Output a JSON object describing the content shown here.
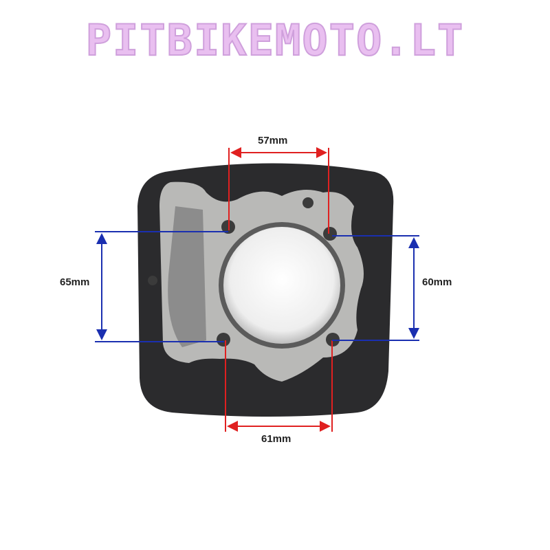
{
  "watermark": "PITBIKEMOTO.LT",
  "dimensions": {
    "top_bolt_spacing": "57mm",
    "bottom_bolt_spacing": "61mm",
    "left_bolt_spacing": "65mm",
    "right_bolt_spacing": "60mm"
  },
  "colors": {
    "red_line": "#e02020",
    "blue_line": "#1a2fb0",
    "body": "#2b2b2d",
    "gasket": "#b9b9b7"
  }
}
